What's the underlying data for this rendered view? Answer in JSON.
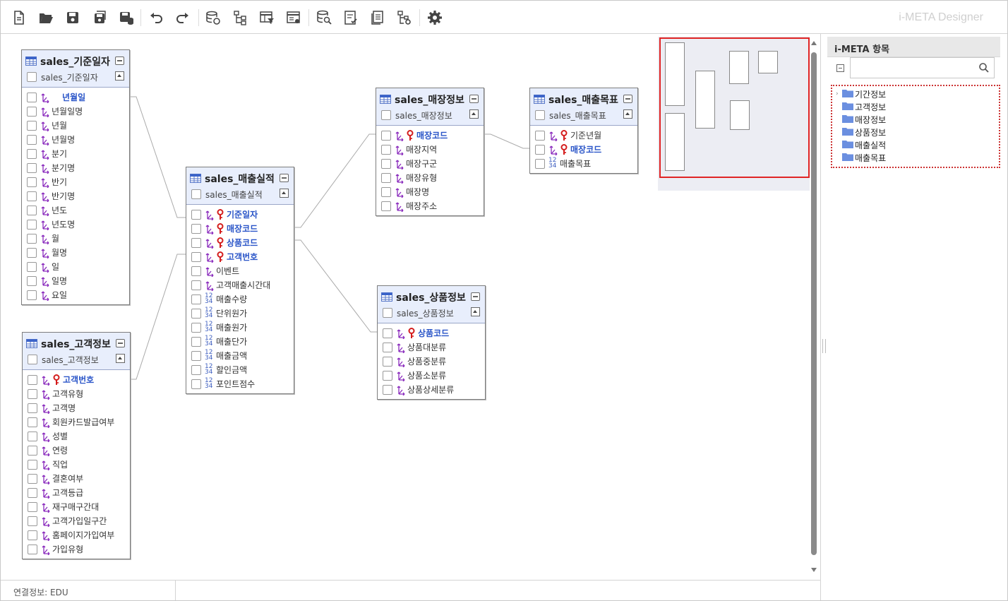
{
  "app": {
    "brand": "i-META Designer"
  },
  "toolbar": {
    "buttons": [
      {
        "name": "new-document-icon"
      },
      {
        "name": "open-folder-icon"
      },
      {
        "name": "save-icon"
      },
      {
        "name": "save-as-icon"
      },
      {
        "name": "save-database-icon"
      },
      {
        "name": "undo-icon"
      },
      {
        "name": "redo-icon"
      },
      {
        "name": "database-link-icon"
      },
      {
        "name": "hierarchy-icon"
      },
      {
        "name": "table-filter-icon"
      },
      {
        "name": "table-settings-icon"
      },
      {
        "name": "database-search-icon"
      },
      {
        "name": "checklist-icon"
      },
      {
        "name": "document-stack-icon"
      },
      {
        "name": "tree-settings-icon"
      },
      {
        "name": "gear-icon"
      }
    ]
  },
  "status": {
    "connection": "연결정보: EDU"
  },
  "panel": {
    "title": "i-META 항목",
    "search_placeholder": "",
    "tree": [
      "기간정보",
      "고객정보",
      "매장정보",
      "상품정보",
      "매출실적",
      "매출목표"
    ]
  },
  "tables": [
    {
      "name": "sales_기준일자",
      "sub": "sales_기준일자",
      "cols": [
        {
          "n": "년월일",
          "pk": true,
          "t": "dim"
        },
        {
          "n": "년월일명",
          "t": "dim"
        },
        {
          "n": "년월",
          "t": "dim"
        },
        {
          "n": "년월명",
          "t": "dim"
        },
        {
          "n": "분기",
          "t": "dim"
        },
        {
          "n": "분기명",
          "t": "dim"
        },
        {
          "n": "반기",
          "t": "dim"
        },
        {
          "n": "반기명",
          "t": "dim"
        },
        {
          "n": "년도",
          "t": "dim"
        },
        {
          "n": "년도명",
          "t": "dim"
        },
        {
          "n": "월",
          "t": "dim"
        },
        {
          "n": "월명",
          "t": "dim"
        },
        {
          "n": "일",
          "t": "dim"
        },
        {
          "n": "일명",
          "t": "dim"
        },
        {
          "n": "요일",
          "t": "dim"
        }
      ]
    },
    {
      "name": "sales_고객정보",
      "sub": "sales_고객정보",
      "cols": [
        {
          "n": "고객번호",
          "pk": true,
          "t": "dim",
          "key": true
        },
        {
          "n": "고객유형",
          "t": "dim"
        },
        {
          "n": "고객명",
          "t": "dim"
        },
        {
          "n": "회원카드발급여부",
          "t": "dim"
        },
        {
          "n": "성별",
          "t": "dim"
        },
        {
          "n": "연령",
          "t": "dim"
        },
        {
          "n": "직업",
          "t": "dim"
        },
        {
          "n": "결혼여부",
          "t": "dim"
        },
        {
          "n": "고객등급",
          "t": "dim"
        },
        {
          "n": "재구매구간대",
          "t": "dim"
        },
        {
          "n": "고객가입일구간",
          "t": "dim"
        },
        {
          "n": "홈페이지가입여부",
          "t": "dim"
        },
        {
          "n": "가입유형",
          "t": "dim"
        }
      ]
    },
    {
      "name": "sales_매출실적",
      "sub": "sales_매출실적",
      "cols": [
        {
          "n": "기준일자",
          "pk": true,
          "t": "dim",
          "key": true
        },
        {
          "n": "매장코드",
          "pk": true,
          "t": "dim",
          "key": true
        },
        {
          "n": "상품코드",
          "pk": true,
          "t": "dim",
          "key": true
        },
        {
          "n": "고객번호",
          "pk": true,
          "t": "dim",
          "key": true
        },
        {
          "n": "이벤트",
          "t": "dim"
        },
        {
          "n": "고객매출시간대",
          "t": "dim"
        },
        {
          "n": "매출수량",
          "t": "num"
        },
        {
          "n": "단위원가",
          "t": "num"
        },
        {
          "n": "매출원가",
          "t": "num"
        },
        {
          "n": "매출단가",
          "t": "num"
        },
        {
          "n": "매출금액",
          "t": "num"
        },
        {
          "n": "할인금액",
          "t": "num"
        },
        {
          "n": "포인트점수",
          "t": "num"
        }
      ]
    },
    {
      "name": "sales_매장정보",
      "sub": "sales_매장정보",
      "cols": [
        {
          "n": "매장코드",
          "pk": true,
          "t": "dim",
          "key": true
        },
        {
          "n": "매장지역",
          "t": "dim"
        },
        {
          "n": "매장구군",
          "t": "dim"
        },
        {
          "n": "매장유형",
          "t": "dim"
        },
        {
          "n": "매장명",
          "t": "dim"
        },
        {
          "n": "매장주소",
          "t": "dim"
        }
      ]
    },
    {
      "name": "sales_매출목표",
      "sub": "sales_매출목표",
      "cols": [
        {
          "n": "기준년월",
          "t": "dim",
          "key": true,
          "plainkey": true
        },
        {
          "n": "매장코드",
          "pk": true,
          "t": "dim",
          "key": true
        },
        {
          "n": "매출목표",
          "t": "num"
        }
      ]
    },
    {
      "name": "sales_상품정보",
      "sub": "sales_상품정보",
      "cols": [
        {
          "n": "상품코드",
          "pk": true,
          "t": "dim",
          "key": true
        },
        {
          "n": "상품대분류",
          "t": "dim"
        },
        {
          "n": "상품중분류",
          "t": "dim"
        },
        {
          "n": "상품소분류",
          "t": "dim"
        },
        {
          "n": "상품상세분류",
          "t": "dim"
        }
      ]
    }
  ]
}
